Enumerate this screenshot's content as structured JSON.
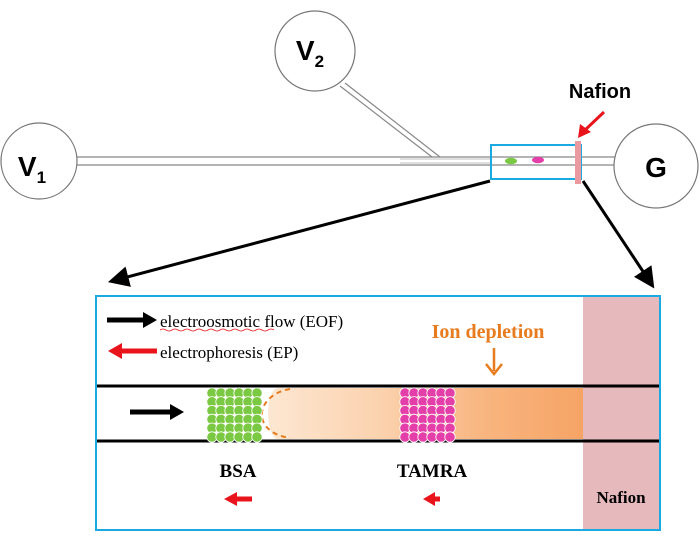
{
  "reservoirs": {
    "v1": {
      "main": "V",
      "sub": "1"
    },
    "v2": {
      "main": "V",
      "sub": "2"
    },
    "g": {
      "label": "G"
    }
  },
  "nafion_top_label": "Nafion",
  "legend": {
    "eof": "electroosmotic flow (EOF)",
    "ep": "electrophoresis (EP)"
  },
  "ion_depletion_label": "Ion depletion",
  "species": {
    "bsa": "BSA",
    "tamra": "TAMRA"
  },
  "nafion_bottom_label": "Nafion",
  "colors": {
    "zoom_border": "#1aa9e0",
    "nafion_fill": "#e6b9bd",
    "nafion_strip": "#e89aa0",
    "arrow_red": "#e8131b",
    "ion_depletion": "#e77b1d",
    "bsa_green": "#7bc943",
    "tamra_magenta": "#e43fa8"
  }
}
